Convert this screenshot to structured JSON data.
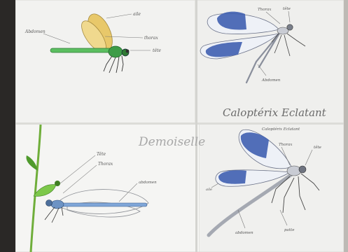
{
  "sheets": {
    "top_left": {
      "labels": {
        "abdomen": "Abdomen",
        "aile": "aile",
        "thorax": "thorax",
        "tete": "tête"
      }
    },
    "top_right": {
      "labels": {
        "thorax": "Thorax",
        "tete": "tête",
        "abdomen": "Abdomen"
      }
    },
    "bottom_left": {
      "title": "Demoiselle",
      "labels": {
        "tete": "Tête",
        "thorax": "Thorax",
        "abdomen": "abdomen"
      }
    },
    "bottom_right": {
      "title": "Caloptérix Eclatant",
      "subtitle": "Caloptérix Eclatant",
      "labels": {
        "thorax": "Thorax",
        "tete": "tête",
        "abdomen": "abdomen",
        "pattes": "patte",
        "aile": "aile"
      }
    }
  },
  "colors": {
    "green_body": "#4caf50",
    "yellow_wing": "#e8c86a",
    "blue_wing": "#3f5fb0",
    "pale_blue_body": "#7fa6d8",
    "stem_green": "#6fae3a"
  }
}
